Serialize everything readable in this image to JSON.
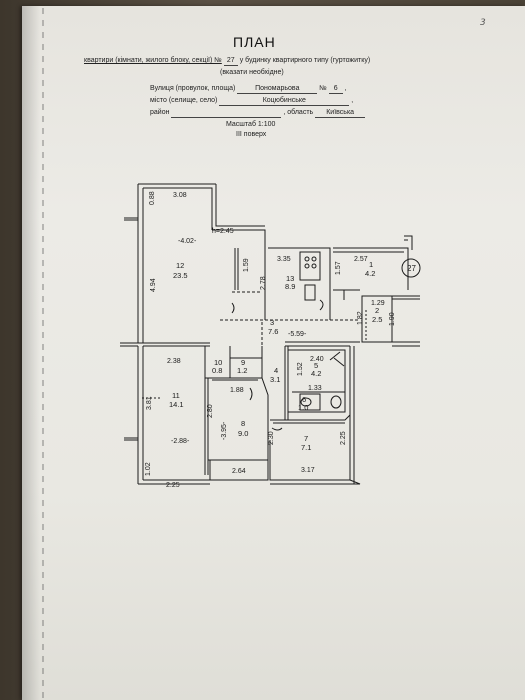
{
  "page_number": "3",
  "header": {
    "title": "ПЛАН",
    "line1_before": "квартири (кімнати, жилого блоку, секції) №",
    "apartment_no": "27",
    "line1_after": "у будинку квартирного типу (гуртожитку)",
    "line1_note": "(вказати необхідне)",
    "street_label": "Вулиця (провулок, площа)",
    "street_value": "Пономарьова",
    "house_label": "№",
    "house_value": "6",
    "town_label": "місто (селище, село)",
    "town_value": "Коцюбинське",
    "district_label": "район",
    "region_label": ", область",
    "region_value": "Київська",
    "scale": "Масштаб 1:100",
    "floor": "III поверх"
  },
  "plan": {
    "marker": "27",
    "rooms": [
      {
        "no": "12",
        "area": "23.5"
      },
      {
        "no": "13",
        "area": "8.9"
      },
      {
        "no": "1",
        "area": "4.2"
      },
      {
        "no": "2",
        "area": "2.5"
      },
      {
        "no": "3",
        "area": "7.6"
      },
      {
        "no": "4",
        "area": "3.1"
      },
      {
        "no": "5",
        "area": "4.2"
      },
      {
        "no": "6",
        "area": "1.0"
      },
      {
        "no": "7",
        "area": "7.1"
      },
      {
        "no": "8",
        "area": "9.0"
      },
      {
        "no": "9",
        "area": "1.2"
      },
      {
        "no": "10",
        "area": "0.8"
      },
      {
        "no": "11",
        "area": "14.1"
      }
    ],
    "dims": [
      "0.88",
      "3.08",
      "-4.02-",
      "h=2.45",
      "4.94",
      "3.35",
      "1.59",
      "2.78",
      "2.57",
      "1.57",
      "1.29",
      "1.82",
      "1.90",
      "-5.59-",
      "2.38",
      "2.40",
      "1.52",
      "1.33",
      "3.81",
      "2.80",
      "1.88",
      "-3.95-",
      "-2.88-",
      "2.30",
      "2.25",
      "1.02",
      "2.25",
      "2.64",
      "3.17"
    ]
  }
}
